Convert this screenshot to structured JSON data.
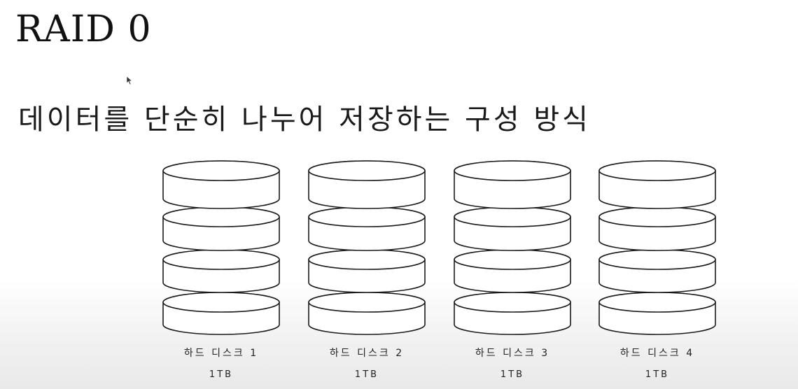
{
  "slide": {
    "title": "RAID 0",
    "subtitle": "데이터를 단순히 나누어 저장하는 구성 방식"
  },
  "disks": [
    {
      "label": "하드 디스크 1",
      "size": "1TB"
    },
    {
      "label": "하드 디스크 2",
      "size": "1TB"
    },
    {
      "label": "하드 디스크 3",
      "size": "1TB"
    },
    {
      "label": "하드 디스크 4",
      "size": "1TB"
    }
  ],
  "icons": {
    "cursor": "mouse-pointer-icon",
    "disk": "stacked-disk-cylinder-icon"
  },
  "colors": {
    "stroke": "#1a1a1a",
    "fill": "#ffffff"
  }
}
